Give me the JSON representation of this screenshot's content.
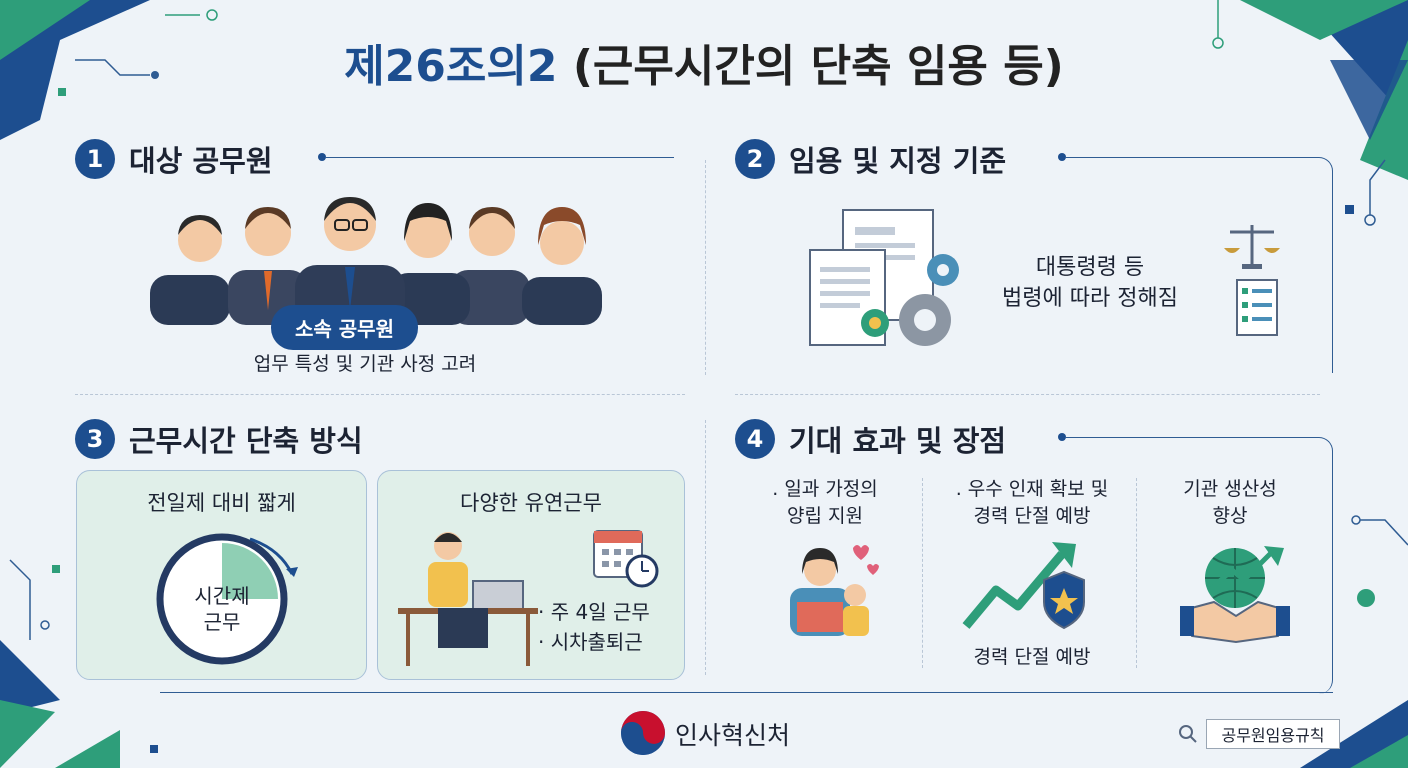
{
  "title": {
    "prefix": "제26조의2",
    "rest": " (근무시간의 단축 임용 등)"
  },
  "sections": [
    {
      "num": "1",
      "title": "대상 공무원",
      "badge": "소속 공무원",
      "caption": "업무 특성 및 기관 사정 고려"
    },
    {
      "num": "2",
      "title": "임용 및 지정 기준",
      "text_line1": "대통령령 등",
      "text_line2": "법령에 따라 정해짐"
    },
    {
      "num": "3",
      "title": "근무시간 단축 방식",
      "left_box": {
        "title": "전일제 대비 짧게",
        "clock_label_1": "시간제",
        "clock_label_2": "근무"
      },
      "right_box": {
        "title": "다양한 유연근무",
        "items": [
          "· 주 4일 근무",
          "· 시차출퇴근"
        ]
      }
    },
    {
      "num": "4",
      "title": "기대 효과 및 장점",
      "effects": [
        {
          "line1": ". 일과 가정의",
          "line2": "양립 지원"
        },
        {
          "line1": ". 우수 인재 확보 및",
          "line2": "경력 단절 예방",
          "caption": "경력 단절 예방"
        },
        {
          "line1": "기관 생산성",
          "line2": "향상"
        }
      ]
    }
  ],
  "footer": {
    "logo_text": "인사혁신처",
    "search_text": "공무원임용규칙"
  },
  "colors": {
    "primary": "#1d4e8f",
    "accent_green": "#2e9e7a",
    "background": "#eef3f8",
    "box_fill": "#e0efe9"
  },
  "icons": [
    "people-group-icon",
    "documents-gear-icon",
    "scales-icon",
    "checklist-icon",
    "clock-icon",
    "desk-worker-icon",
    "calendar-clock-icon",
    "parent-child-icon",
    "growth-arrow-icon",
    "medal-icon",
    "handshake-globe-icon",
    "search-icon",
    "government-logo-icon"
  ]
}
